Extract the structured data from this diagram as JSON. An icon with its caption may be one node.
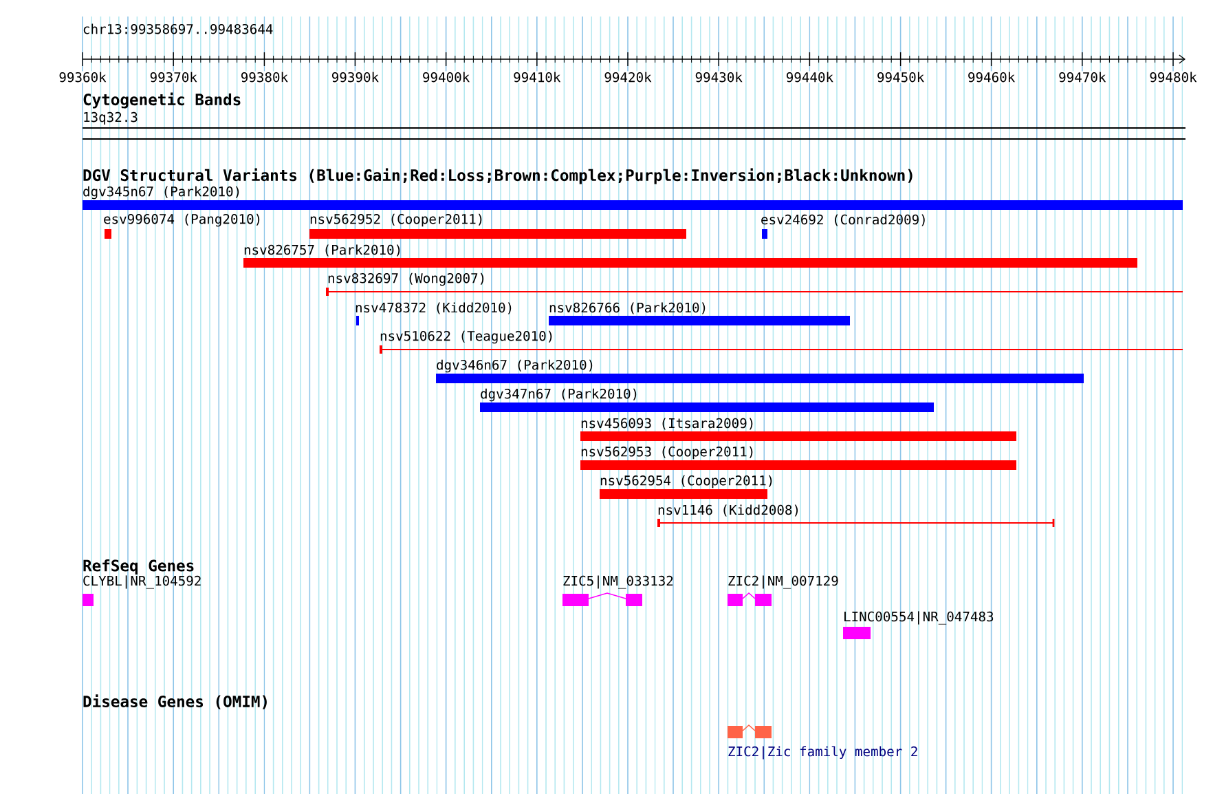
{
  "diagram": {
    "title": "chr13:99358697..99483644",
    "nodes": [
      {
        "text": [
          "dgv345n67 (Park2010)"
        ]
      },
      {
        "text": [
          "esv996074 (Pang2010)"
        ]
      },
      {
        "text": [
          "nsv562952 (Cooper2011)"
        ]
      },
      {
        "text": [
          "esv24692 (Conrad2009)"
        ]
      },
      {
        "text": [
          "nsv826757 (Park2010)"
        ]
      },
      {
        "text": [
          "nsv832697 (Wong2007)"
        ]
      },
      {
        "text": [
          "nsv478372 (Kidd2010)"
        ]
      },
      {
        "text": [
          "nsv826766 (Park2010)"
        ]
      },
      {
        "text": [
          "nsv510622 (Teague2010)"
        ]
      },
      {
        "text": [
          "dgv346n67 (Park2010)"
        ]
      },
      {
        "text": [
          "dgv347n67 (Park2010)"
        ]
      },
      {
        "text": [
          "nsv456093 (Itsara2009)"
        ]
      },
      {
        "text": [
          "nsv562953 (Cooper2011)"
        ]
      },
      {
        "text": [
          "nsv562954 (Cooper2011)"
        ]
      },
      {
        "text": [
          "nsv1146 (Kidd2008)"
        ]
      },
      {
        "text": [
          "CLYBL|NR_104592"
        ]
      },
      {
        "text": [
          "ZIC5|NM_033132"
        ]
      },
      {
        "text": [
          "ZIC2|NM_007129"
        ]
      },
      {
        "text": [
          "LINC00554|NR_047483"
        ]
      },
      {
        "text": [
          "ZIC2|Zic family member 2"
        ]
      }
    ],
    "labels": [
      "99360k",
      "99370k",
      "99380k",
      "99390k",
      "99400k",
      "99410k",
      "99420k",
      "99430k",
      "99440k",
      "99450k",
      "99460k",
      "99470k",
      "99480k",
      "Cytogenetic Bands",
      "13q32.3",
      "DGV Structural Variants (Blue:Gain;Red:Loss;Brown:Complex;Purple:Inversion;Black:Unknown)",
      "RefSeq Genes",
      "Disease Genes (OMIM)"
    ]
  }
}
